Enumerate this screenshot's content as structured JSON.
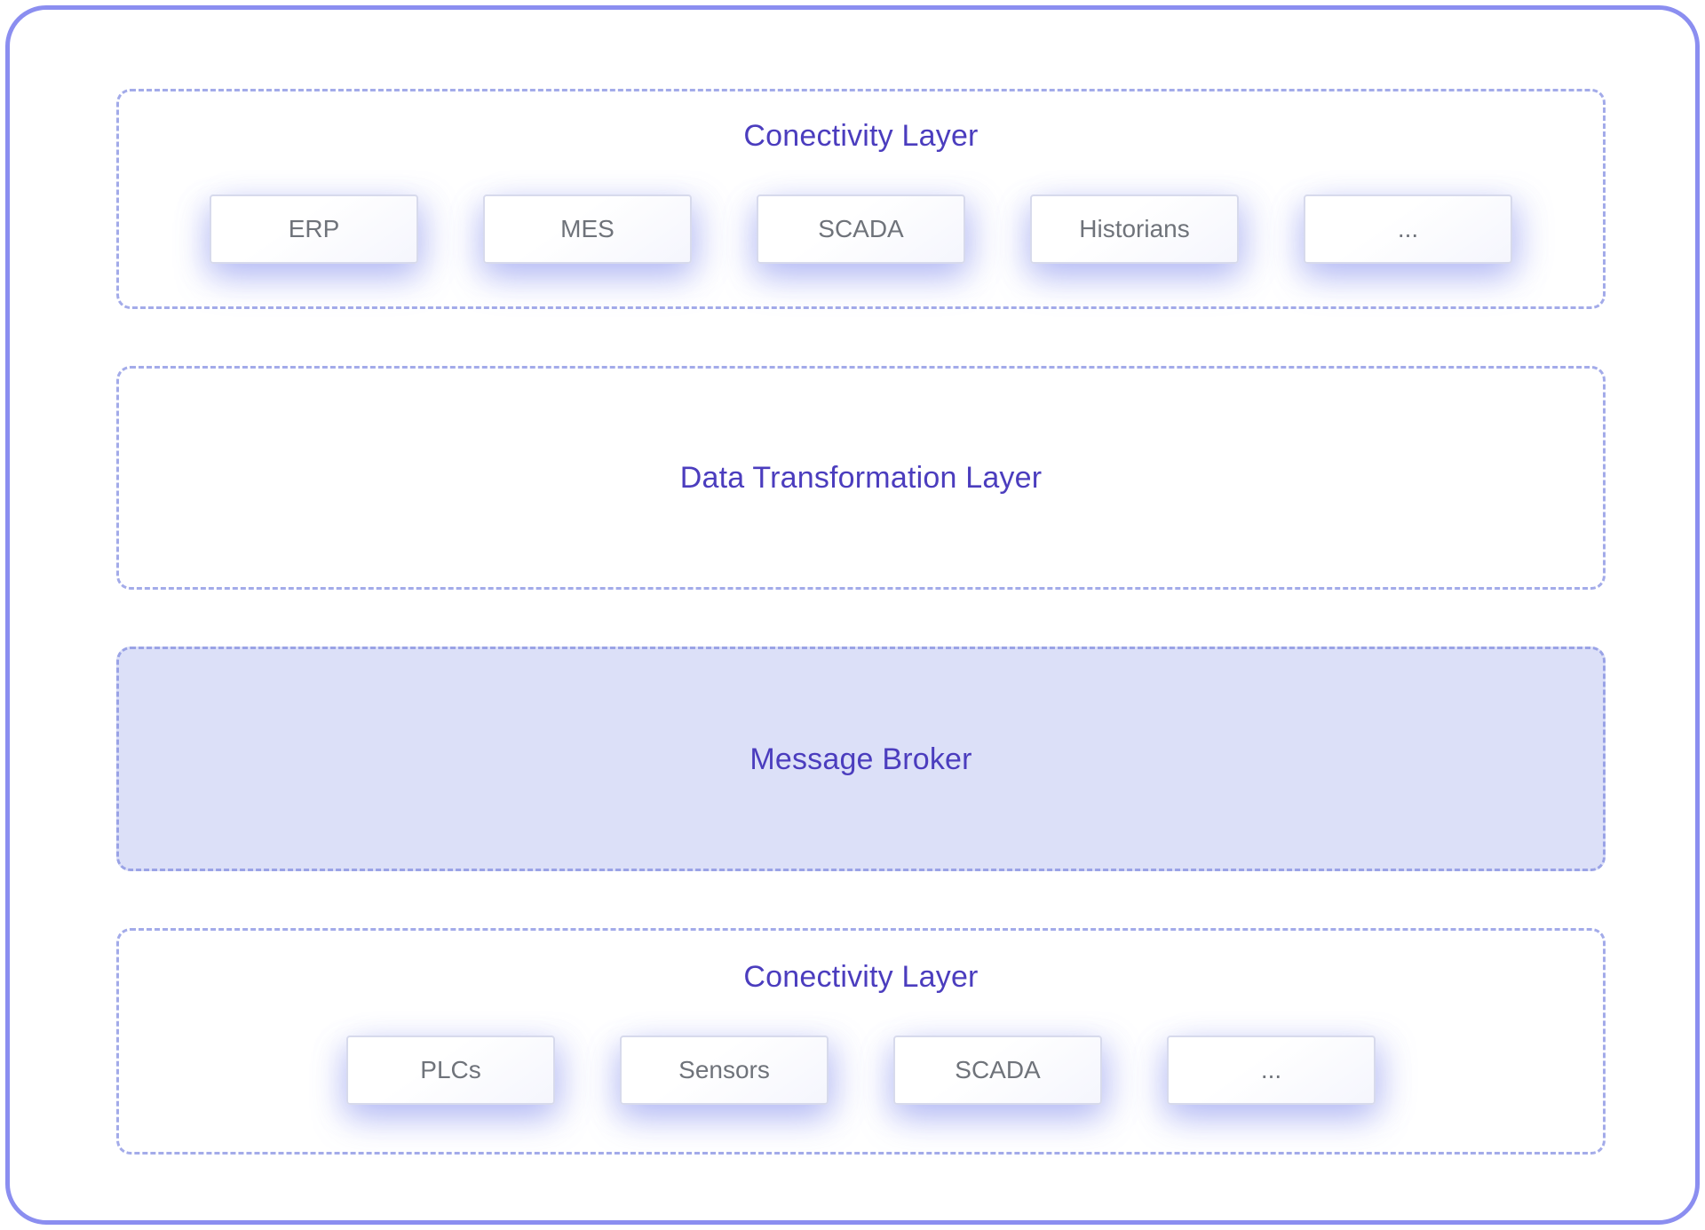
{
  "colors": {
    "outer_border": "#8b8ef0",
    "dashed_border": "#a3abe9",
    "title_text": "#4b3dbe",
    "box_text": "#6f737a",
    "box_border": "#d7daec",
    "message_broker_fill": "#dce0f8",
    "box_glow": "rgba(132,142,238,0.38)"
  },
  "layers": [
    {
      "id": "connectivity-top",
      "title": "Conectivity Layer",
      "boxes": [
        "ERP",
        "MES",
        "SCADA",
        "Historians",
        "..."
      ]
    },
    {
      "id": "data-transformation",
      "title": "Data Transformation Layer",
      "boxes": []
    },
    {
      "id": "message-broker",
      "title": "Message Broker",
      "boxes": [],
      "filled": true
    },
    {
      "id": "connectivity-bottom",
      "title": "Conectivity Layer",
      "boxes": [
        "PLCs",
        "Sensors",
        "SCADA",
        "..."
      ]
    }
  ]
}
